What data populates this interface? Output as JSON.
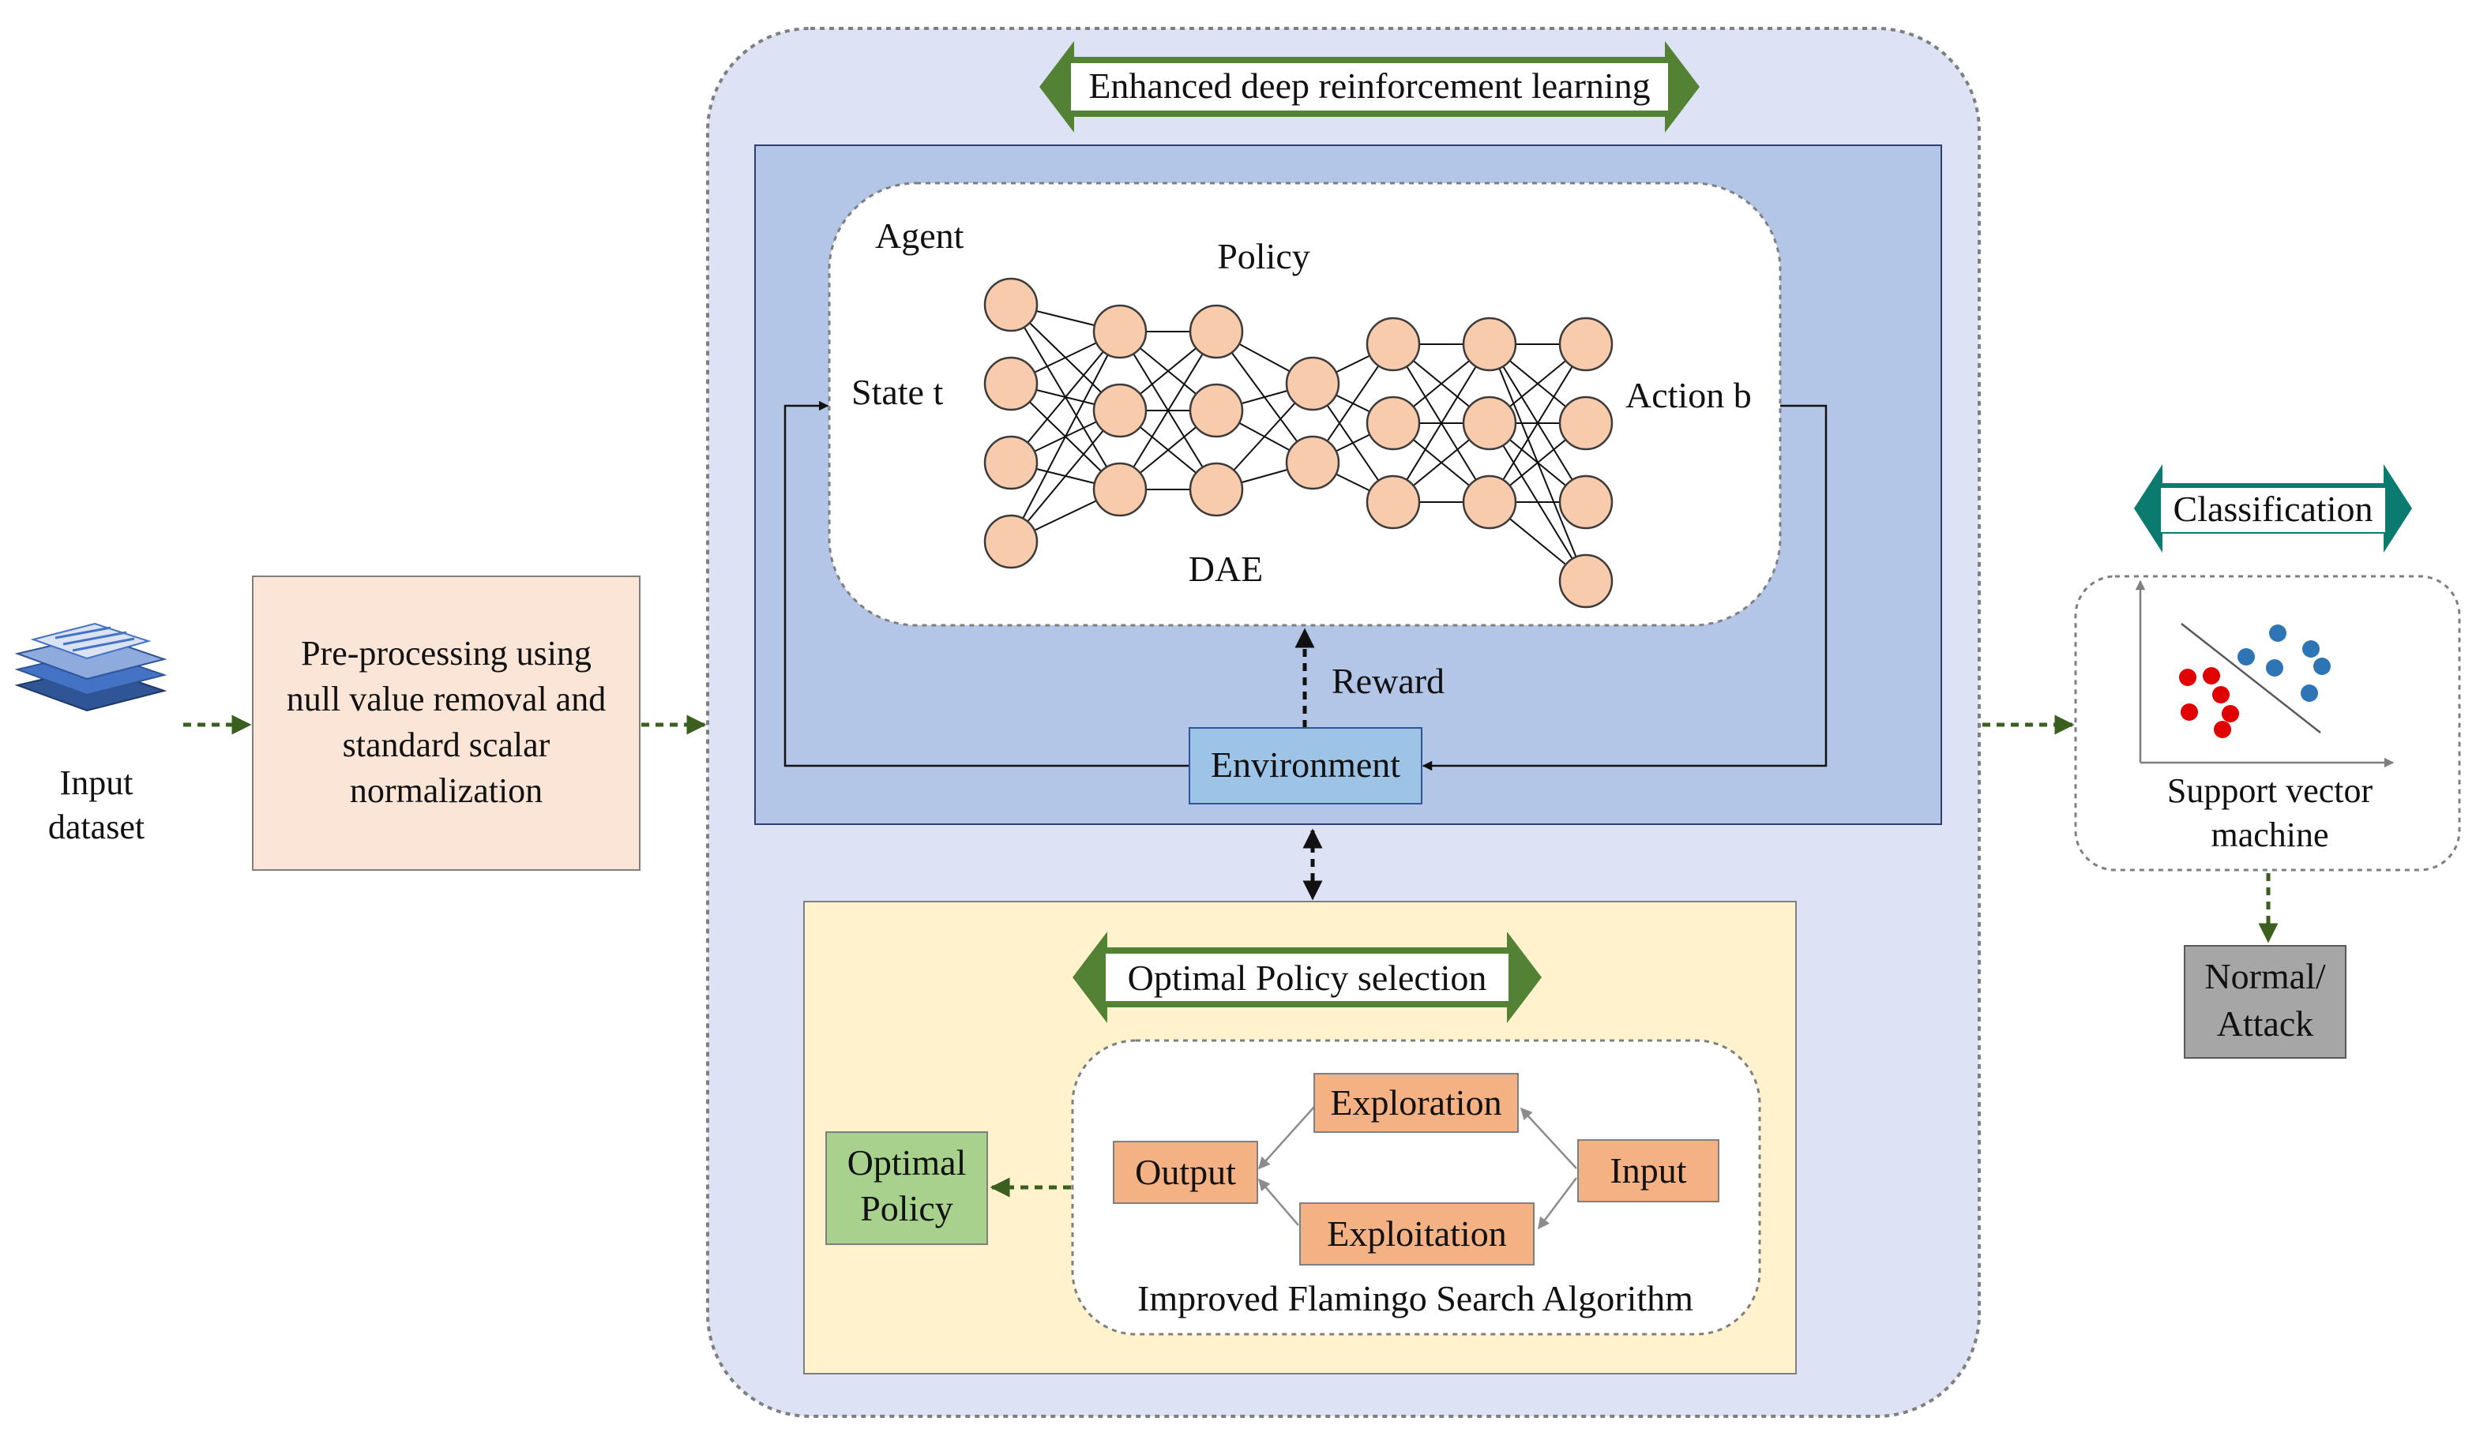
{
  "input": {
    "label_line1": "Input",
    "label_line2": "dataset",
    "icon": "stacked-documents-icon"
  },
  "preprocess": {
    "line1": "Pre-processing using",
    "line2": "null value removal and",
    "line3": "standard scalar",
    "line4": "normalization"
  },
  "edrl": {
    "title": "Enhanced deep reinforcement learning",
    "agent": "Agent",
    "policy": "Policy",
    "state": "State t",
    "action": "Action b",
    "dae": "DAE",
    "reward": "Reward",
    "environment": "Environment",
    "network_layers": [
      4,
      3,
      3,
      2,
      3,
      3,
      4
    ]
  },
  "ops": {
    "title": "Optimal Policy selection",
    "exploration": "Exploration",
    "output": "Output",
    "input": "Input",
    "exploitation": "Exploitation",
    "algorithm": "Improved Flamingo Search Algorithm",
    "optimal_line1": "Optimal",
    "optimal_line2": "Policy"
  },
  "classification": {
    "title": "Classification",
    "svm_line1": "Support vector",
    "svm_line2": "machine",
    "result_line1": "Normal/",
    "result_line2": "Attack"
  },
  "colors": {
    "outer_panel": "#dde3f5",
    "inner_panel": "#b4c6e7",
    "ops_panel": "#fff2cc",
    "preprocess": "#fbe5d6",
    "neuron": "#f8cbad",
    "algo_box": "#f4b183",
    "optimal_policy": "#a9d18e",
    "environment": "#9dc3e6",
    "result": "#a6a6a6",
    "green_arrow": "#548235",
    "teal_arrow": "#0b7a6f"
  }
}
